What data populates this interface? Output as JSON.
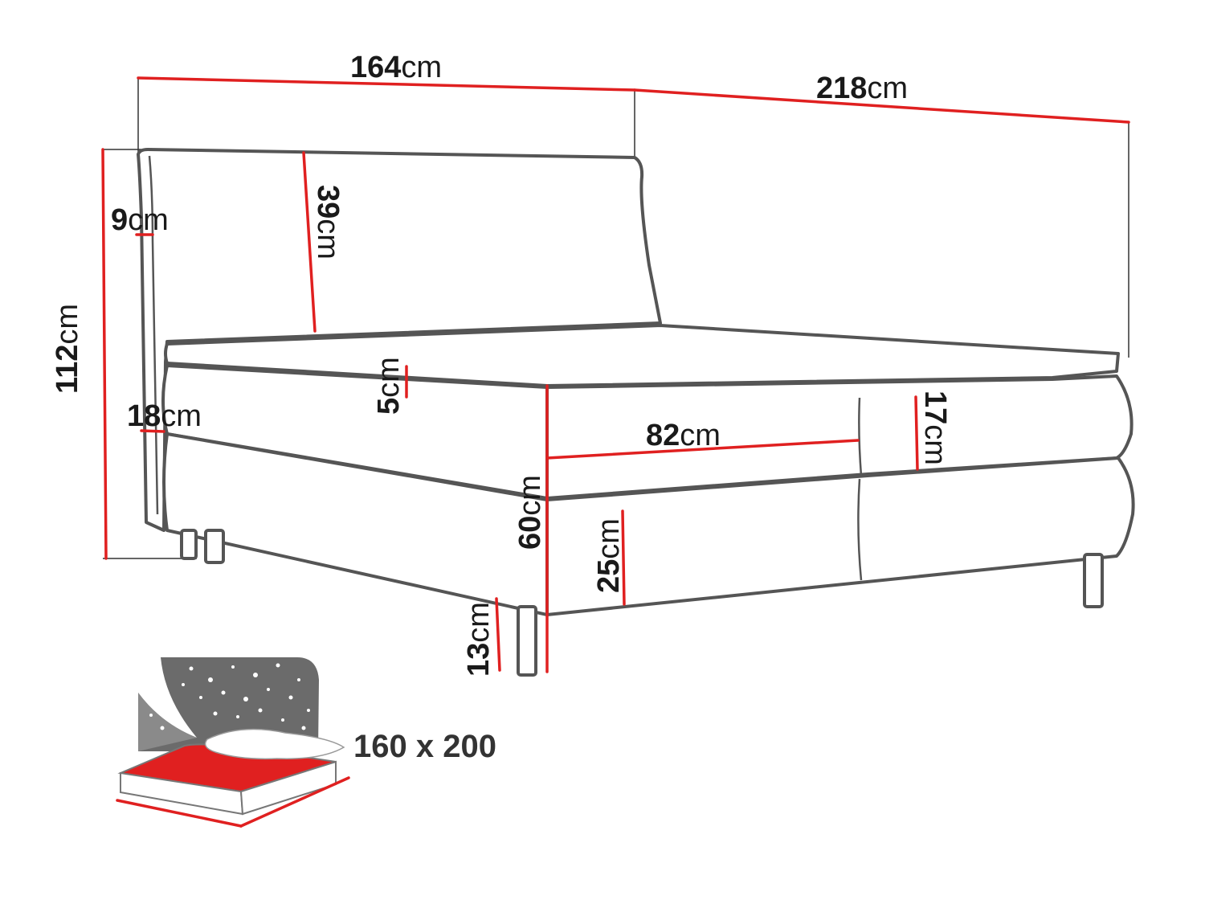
{
  "colors": {
    "accent": "#e02020",
    "outline": "#555555",
    "text": "#1a1a1a",
    "night": "#6b6b6b"
  },
  "dimensions": {
    "width": {
      "num": "164",
      "unit": "cm"
    },
    "length": {
      "num": "218",
      "unit": "cm"
    },
    "total_height": {
      "num": "112",
      "unit": "cm"
    },
    "headboard_thickness": {
      "num": "9",
      "unit": "cm"
    },
    "headboard_height": {
      "num": "39",
      "unit": "cm"
    },
    "topper_height": {
      "num": "5",
      "unit": "cm"
    },
    "side_frame": {
      "num": "18",
      "unit": "cm"
    },
    "mattress_width": {
      "num": "82",
      "unit": "cm"
    },
    "mattress_height": {
      "num": "17",
      "unit": "cm"
    },
    "bed_height": {
      "num": "60",
      "unit": "cm"
    },
    "base_height": {
      "num": "25",
      "unit": "cm"
    },
    "leg_height": {
      "num": "13",
      "unit": "cm"
    }
  },
  "sleeping_area": {
    "label": "160 x 200",
    "icon": "mattress-size-icon"
  }
}
